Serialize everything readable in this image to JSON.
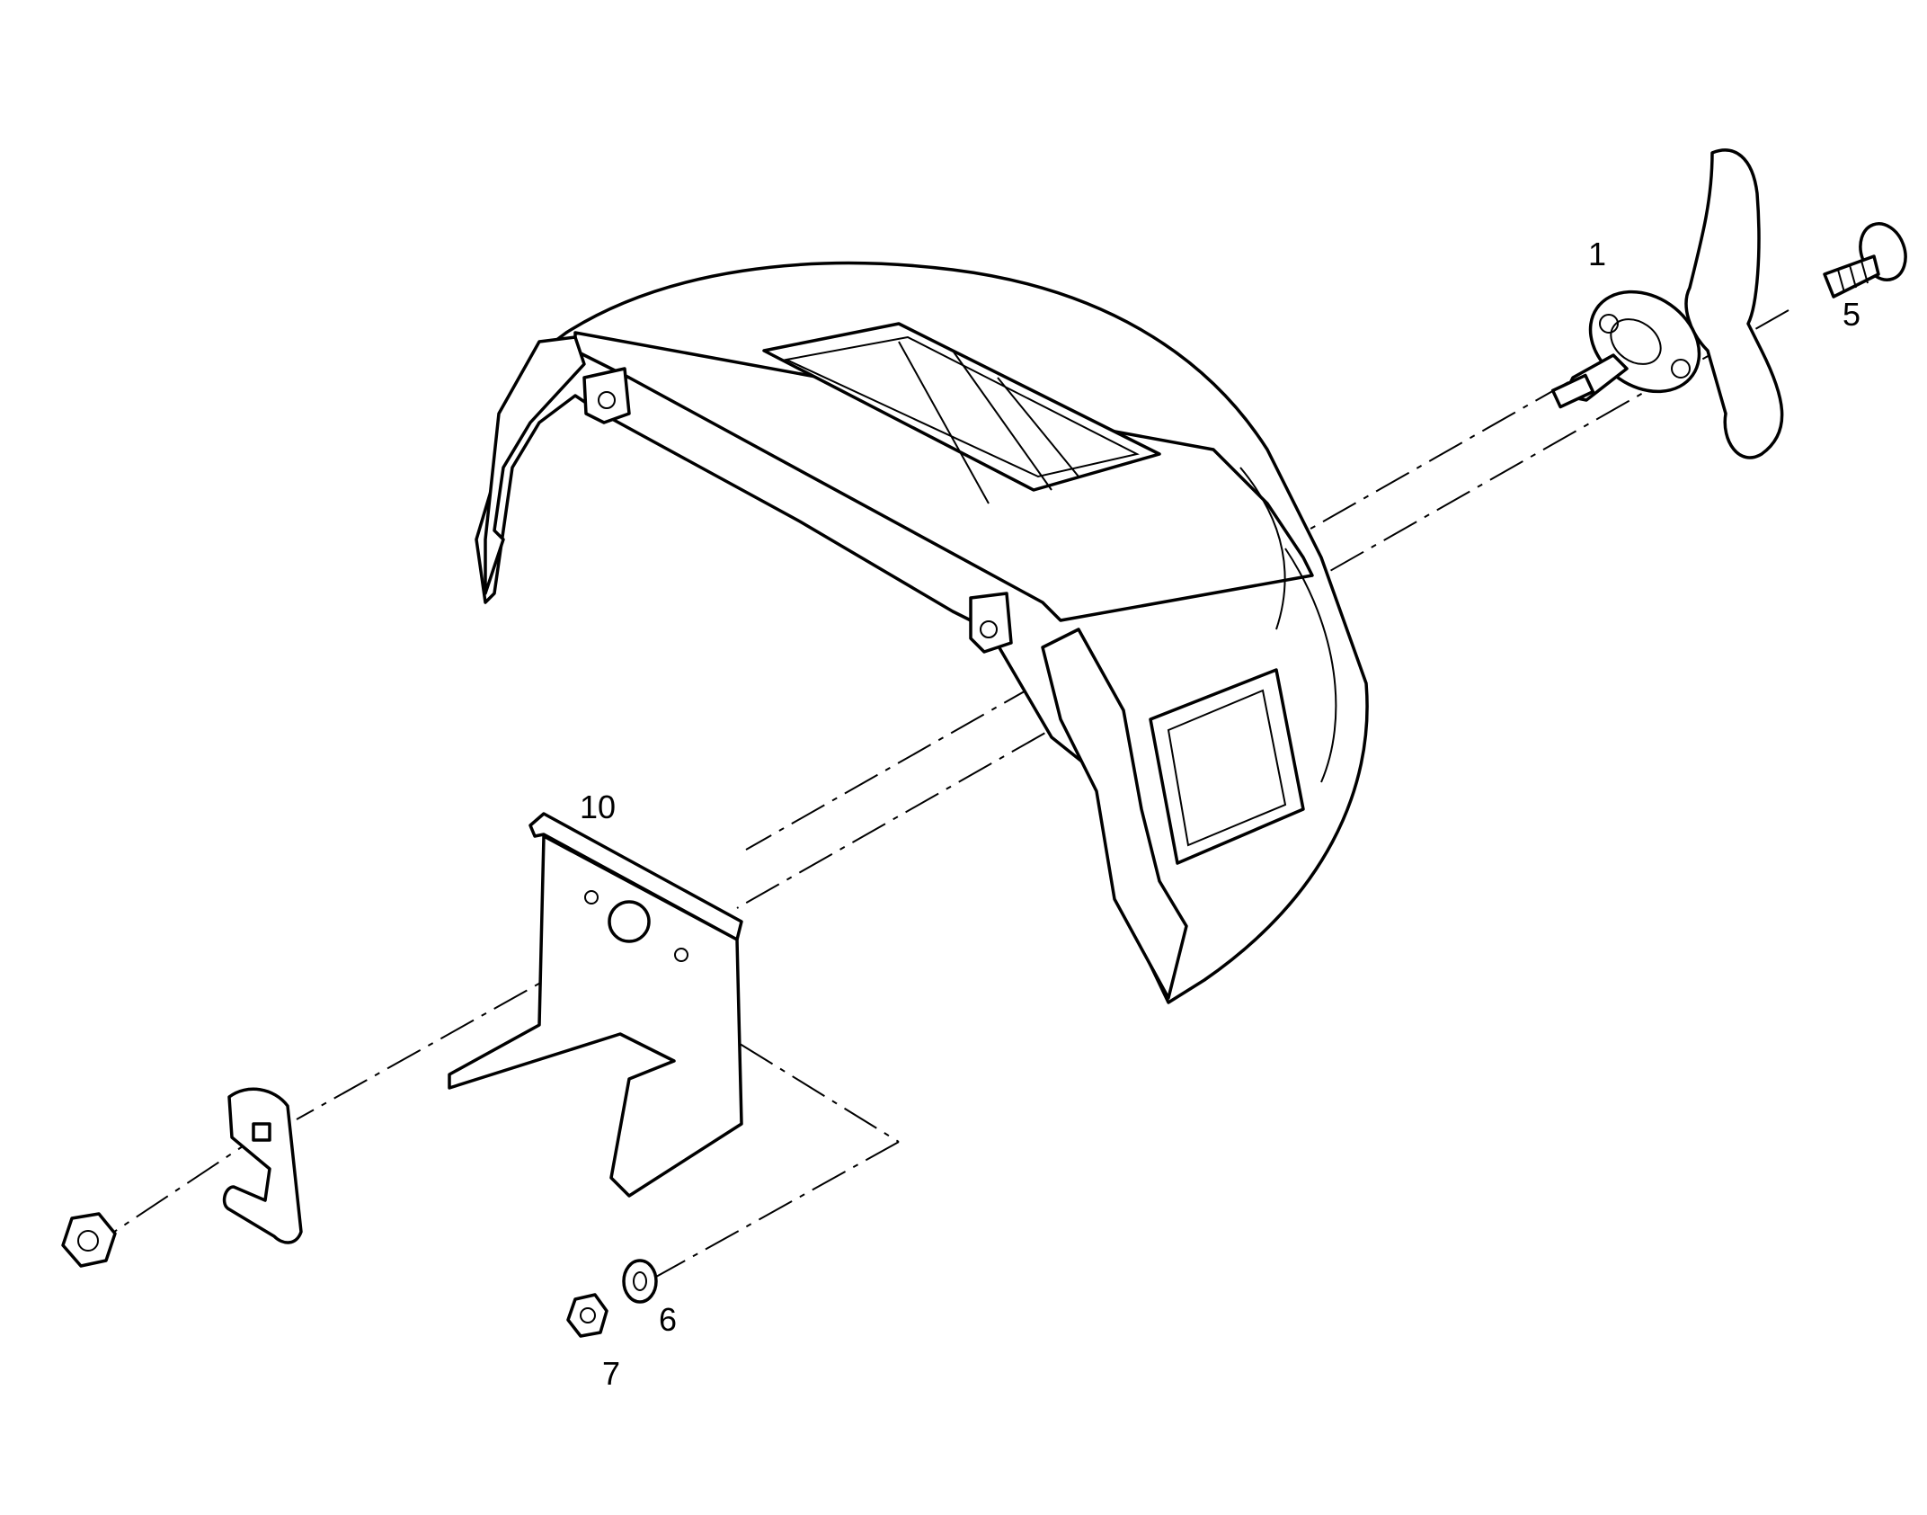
{
  "callouts": [
    {
      "id": "p1",
      "label": "1"
    },
    {
      "id": "p5",
      "label": "5"
    },
    {
      "id": "p10",
      "label": "10"
    },
    {
      "id": "p6",
      "label": "6"
    },
    {
      "id": "p7",
      "label": "7"
    }
  ]
}
